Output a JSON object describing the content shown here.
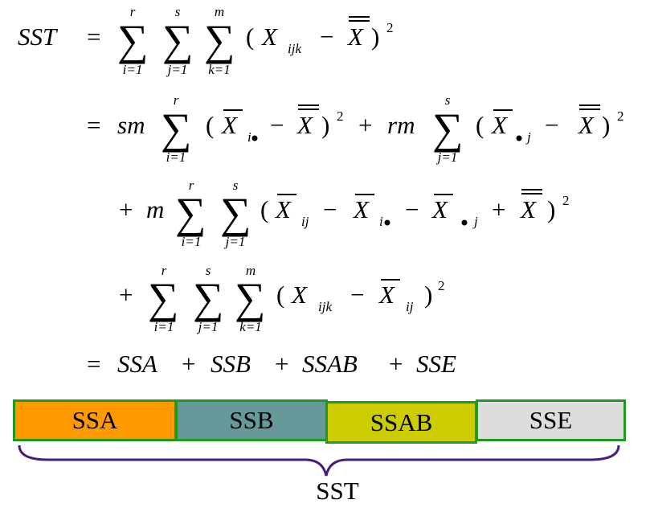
{
  "equation": {
    "line1": {
      "lhs": "SST",
      "eq": "=",
      "sigmas": [
        {
          "top": "r",
          "bottom": "i=1"
        },
        {
          "top": "s",
          "bottom": "j=1"
        },
        {
          "top": "m",
          "bottom": "k=1"
        }
      ],
      "term": "X",
      "term_sub": "ijk",
      "minus": "−",
      "mean": "X",
      "power": "2"
    },
    "line2": {
      "eq": "=",
      "coef1": "sm",
      "sigma1": {
        "top": "r",
        "bottom": "i=1"
      },
      "term1": "X",
      "term1_sub": "i",
      "minus1": "−",
      "mean1": "X",
      "power1": "2",
      "plus": "+",
      "coef2": "rm",
      "sigma2": {
        "top": "s",
        "bottom": "j=1"
      },
      "term2": "X",
      "term2_sub": "j",
      "minus2": "−",
      "mean2": "X",
      "power2": "2"
    },
    "line3": {
      "plus": "+",
      "coef": "m",
      "sigmas": [
        {
          "top": "r",
          "bottom": "i=1"
        },
        {
          "top": "s",
          "bottom": "j=1"
        }
      ],
      "t1": "X",
      "t1_sub": "ij",
      "m1": "−",
      "t2": "X",
      "t2_sub": "i",
      "m2": "−",
      "t3": "X",
      "t3_sub": "j",
      "p1": "+",
      "t4": "X",
      "power": "2"
    },
    "line4": {
      "plus": "+",
      "sigmas": [
        {
          "top": "r",
          "bottom": "i=1"
        },
        {
          "top": "s",
          "bottom": "j=1"
        },
        {
          "top": "m",
          "bottom": "k=1"
        }
      ],
      "t1": "X",
      "t1_sub": "ijk",
      "minus": "−",
      "t2": "X",
      "t2_sub": "ij",
      "power": "2"
    },
    "line5": {
      "eq": "=",
      "a": "SSA",
      "p1": "+",
      "b": "SSB",
      "p2": "+",
      "ab": "SSAB",
      "p3": "+",
      "e": "SSE"
    }
  },
  "partition": {
    "segments": [
      {
        "label": "SSA",
        "color": "#ff9900"
      },
      {
        "label": "SSB",
        "color": "#669999"
      },
      {
        "label": "SSAB",
        "color": "#cccc00"
      },
      {
        "label": "SSE",
        "color": "#dddddd"
      }
    ],
    "border_color": "#1f9a1f",
    "brace_color": "#4b1c7a",
    "total_label": "SST"
  }
}
